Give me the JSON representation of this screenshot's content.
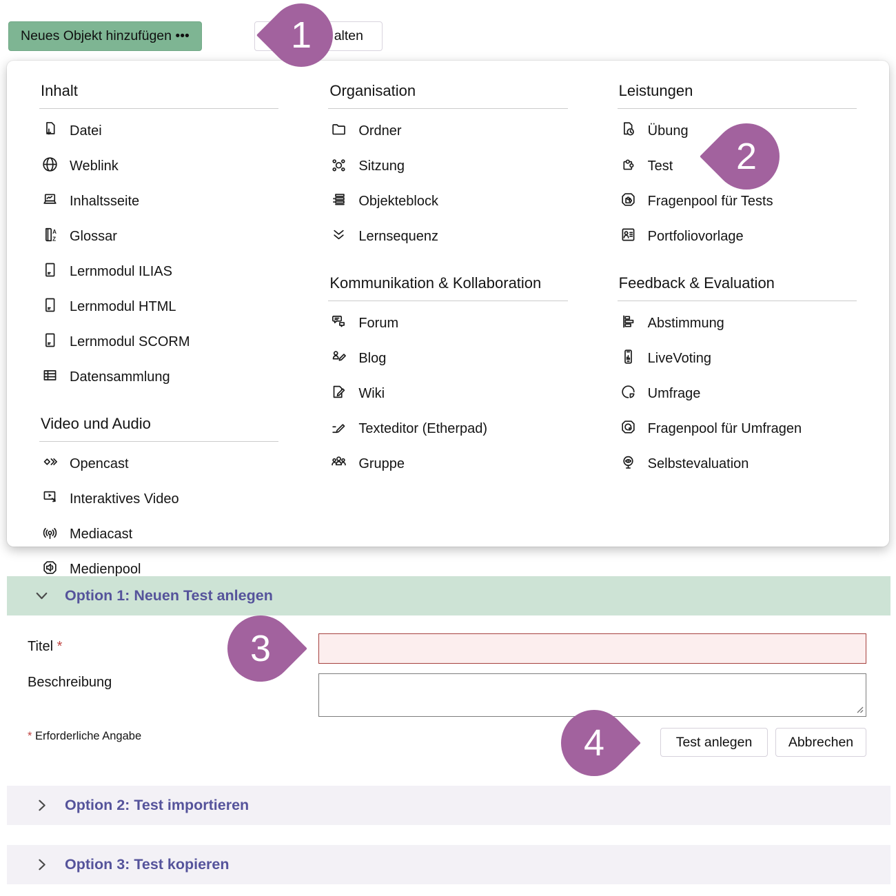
{
  "toolbar": {
    "add_object_label": "Neues Objekt hinzufügen •••",
    "partial_button_visible_text": "alten"
  },
  "panel": {
    "columns": [
      {
        "sections": [
          {
            "title": "Inhalt",
            "items": [
              {
                "icon": "file-download",
                "label": "Datei"
              },
              {
                "icon": "globe",
                "label": "Weblink"
              },
              {
                "icon": "content-page",
                "label": "Inhaltsseite"
              },
              {
                "icon": "glossary",
                "label": "Glossar"
              },
              {
                "icon": "learning-module",
                "label": "Lernmodul ILIAS"
              },
              {
                "icon": "learning-module",
                "label": "Lernmodul HTML"
              },
              {
                "icon": "learning-module",
                "label": "Lernmodul SCORM"
              },
              {
                "icon": "data-table",
                "label": "Datensammlung"
              }
            ]
          },
          {
            "title": "Video und Audio",
            "items": [
              {
                "icon": "opencast",
                "label": "Opencast"
              },
              {
                "icon": "interactive-video",
                "label": "Interaktives Video"
              },
              {
                "icon": "mediacast",
                "label": "Mediacast"
              },
              {
                "icon": "media-pool",
                "label": "Medienpool"
              }
            ]
          }
        ]
      },
      {
        "sections": [
          {
            "title": "Organisation",
            "items": [
              {
                "icon": "folder",
                "label": "Ordner"
              },
              {
                "icon": "session",
                "label": "Sitzung"
              },
              {
                "icon": "object-block",
                "label": "Objekteblock"
              },
              {
                "icon": "learning-sequence",
                "label": "Lernsequenz"
              }
            ]
          },
          {
            "title": "Kommunikation & Kollabo­ration",
            "items": [
              {
                "icon": "forum",
                "label": "Forum"
              },
              {
                "icon": "blog",
                "label": "Blog"
              },
              {
                "icon": "wiki",
                "label": "Wiki"
              },
              {
                "icon": "text-editor",
                "label": "Texteditor (Etherpad)"
              },
              {
                "icon": "group",
                "label": "Gruppe"
              }
            ]
          }
        ]
      },
      {
        "sections": [
          {
            "title": "Leistungen",
            "items": [
              {
                "icon": "exercise",
                "label": "Übung"
              },
              {
                "icon": "test-puzzle",
                "label": "Test"
              },
              {
                "icon": "question-pool-test",
                "label": "Fragenpool für Tests"
              },
              {
                "icon": "portfolio-template",
                "label": "Portfoliovorlage"
              }
            ]
          },
          {
            "title": "Feedback & Evaluation",
            "items": [
              {
                "icon": "poll",
                "label": "Abstimmung"
              },
              {
                "icon": "live-voting",
                "label": "LiveVoting"
              },
              {
                "icon": "survey",
                "label": "Umfrage"
              },
              {
                "icon": "question-pool-survey",
                "label": "Fragenpool für Umfragen"
              },
              {
                "icon": "self-evaluation",
                "label": "Selbstevaluation"
              }
            ]
          }
        ]
      }
    ]
  },
  "form": {
    "option1_header": "Option 1: Neuen Test anlegen",
    "title_label": "Titel",
    "required_asterisk": "*",
    "description_label": "Beschreibung",
    "required_note": "Erforderliche Angabe",
    "submit_label": "Test anlegen",
    "cancel_label": "Abbrechen"
  },
  "accordions": [
    {
      "label": "Option 2: Test importieren"
    },
    {
      "label": "Option 3: Test kopieren"
    }
  ],
  "annotations": [
    {
      "number": "1"
    },
    {
      "number": "2"
    },
    {
      "number": "3"
    },
    {
      "number": "4"
    }
  ],
  "colors": {
    "accent_green": "#7eb593",
    "option1_header_bg": "#cde3d5",
    "accordion_bg": "#f3f1f6",
    "heading_purple": "#55539b",
    "badge_purple": "#a2629e",
    "error_border": "#a5403e",
    "error_bg": "#fceeee"
  }
}
